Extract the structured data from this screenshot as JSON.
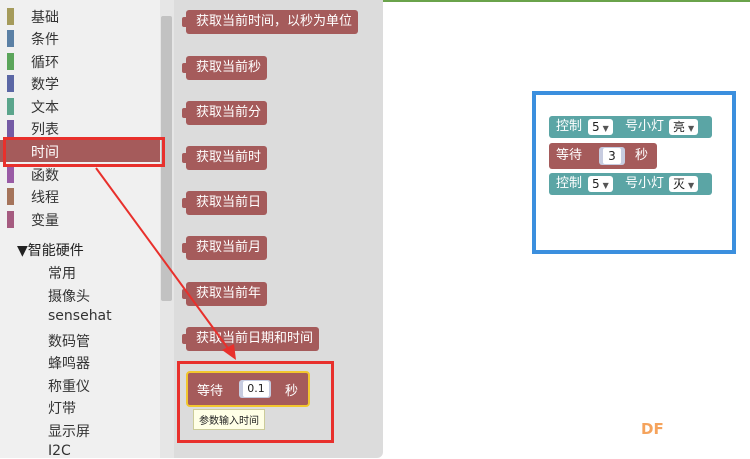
{
  "categories": [
    {
      "label": "基础",
      "color": "#a59b5b"
    },
    {
      "label": "条件",
      "color": "#5b80a5"
    },
    {
      "label": "循环",
      "color": "#5ba55b"
    },
    {
      "label": "数学",
      "color": "#5b67a5"
    },
    {
      "label": "文本",
      "color": "#5ba58c"
    },
    {
      "label": "列表",
      "color": "#745ba5"
    },
    {
      "label": "时间",
      "color": "#a55b5b",
      "selected": true
    },
    {
      "label": "函数",
      "color": "#995ba5"
    },
    {
      "label": "线程",
      "color": "#a5745b"
    },
    {
      "label": "变量",
      "color": "#a55b80"
    }
  ],
  "hardware": {
    "heading": "▼智能硬件",
    "items": [
      "常用",
      "摄像头",
      "sensehat",
      "数码管",
      "蜂鸣器",
      "称重仪",
      "灯带",
      "显示屏",
      "I2C"
    ]
  },
  "flyout": {
    "blocks": [
      "获取当前时间，以秒为单位",
      "获取当前秒",
      "获取当前分",
      "获取当前时",
      "获取当前日",
      "获取当前月",
      "获取当前年",
      "获取当前日期和时间"
    ],
    "wait_block": {
      "label": "等待",
      "value": "0.1",
      "unit": "秒"
    },
    "tooltip": "参数输入时间"
  },
  "workspace": {
    "line1": {
      "prefix": "控制",
      "pin": "5",
      "middle": "号小灯",
      "state": "亮"
    },
    "wait": {
      "label": "等待",
      "value": "3",
      "unit": "秒"
    },
    "line2": {
      "prefix": "控制",
      "pin": "5",
      "middle": "号小灯",
      "state": "灭"
    }
  },
  "watermark": "DF",
  "colors": {
    "time_category": "#a55b5b",
    "hardware_block": "#5ba5a5",
    "highlight_red": "#e8302c",
    "highlight_blue": "#3b8fde"
  }
}
